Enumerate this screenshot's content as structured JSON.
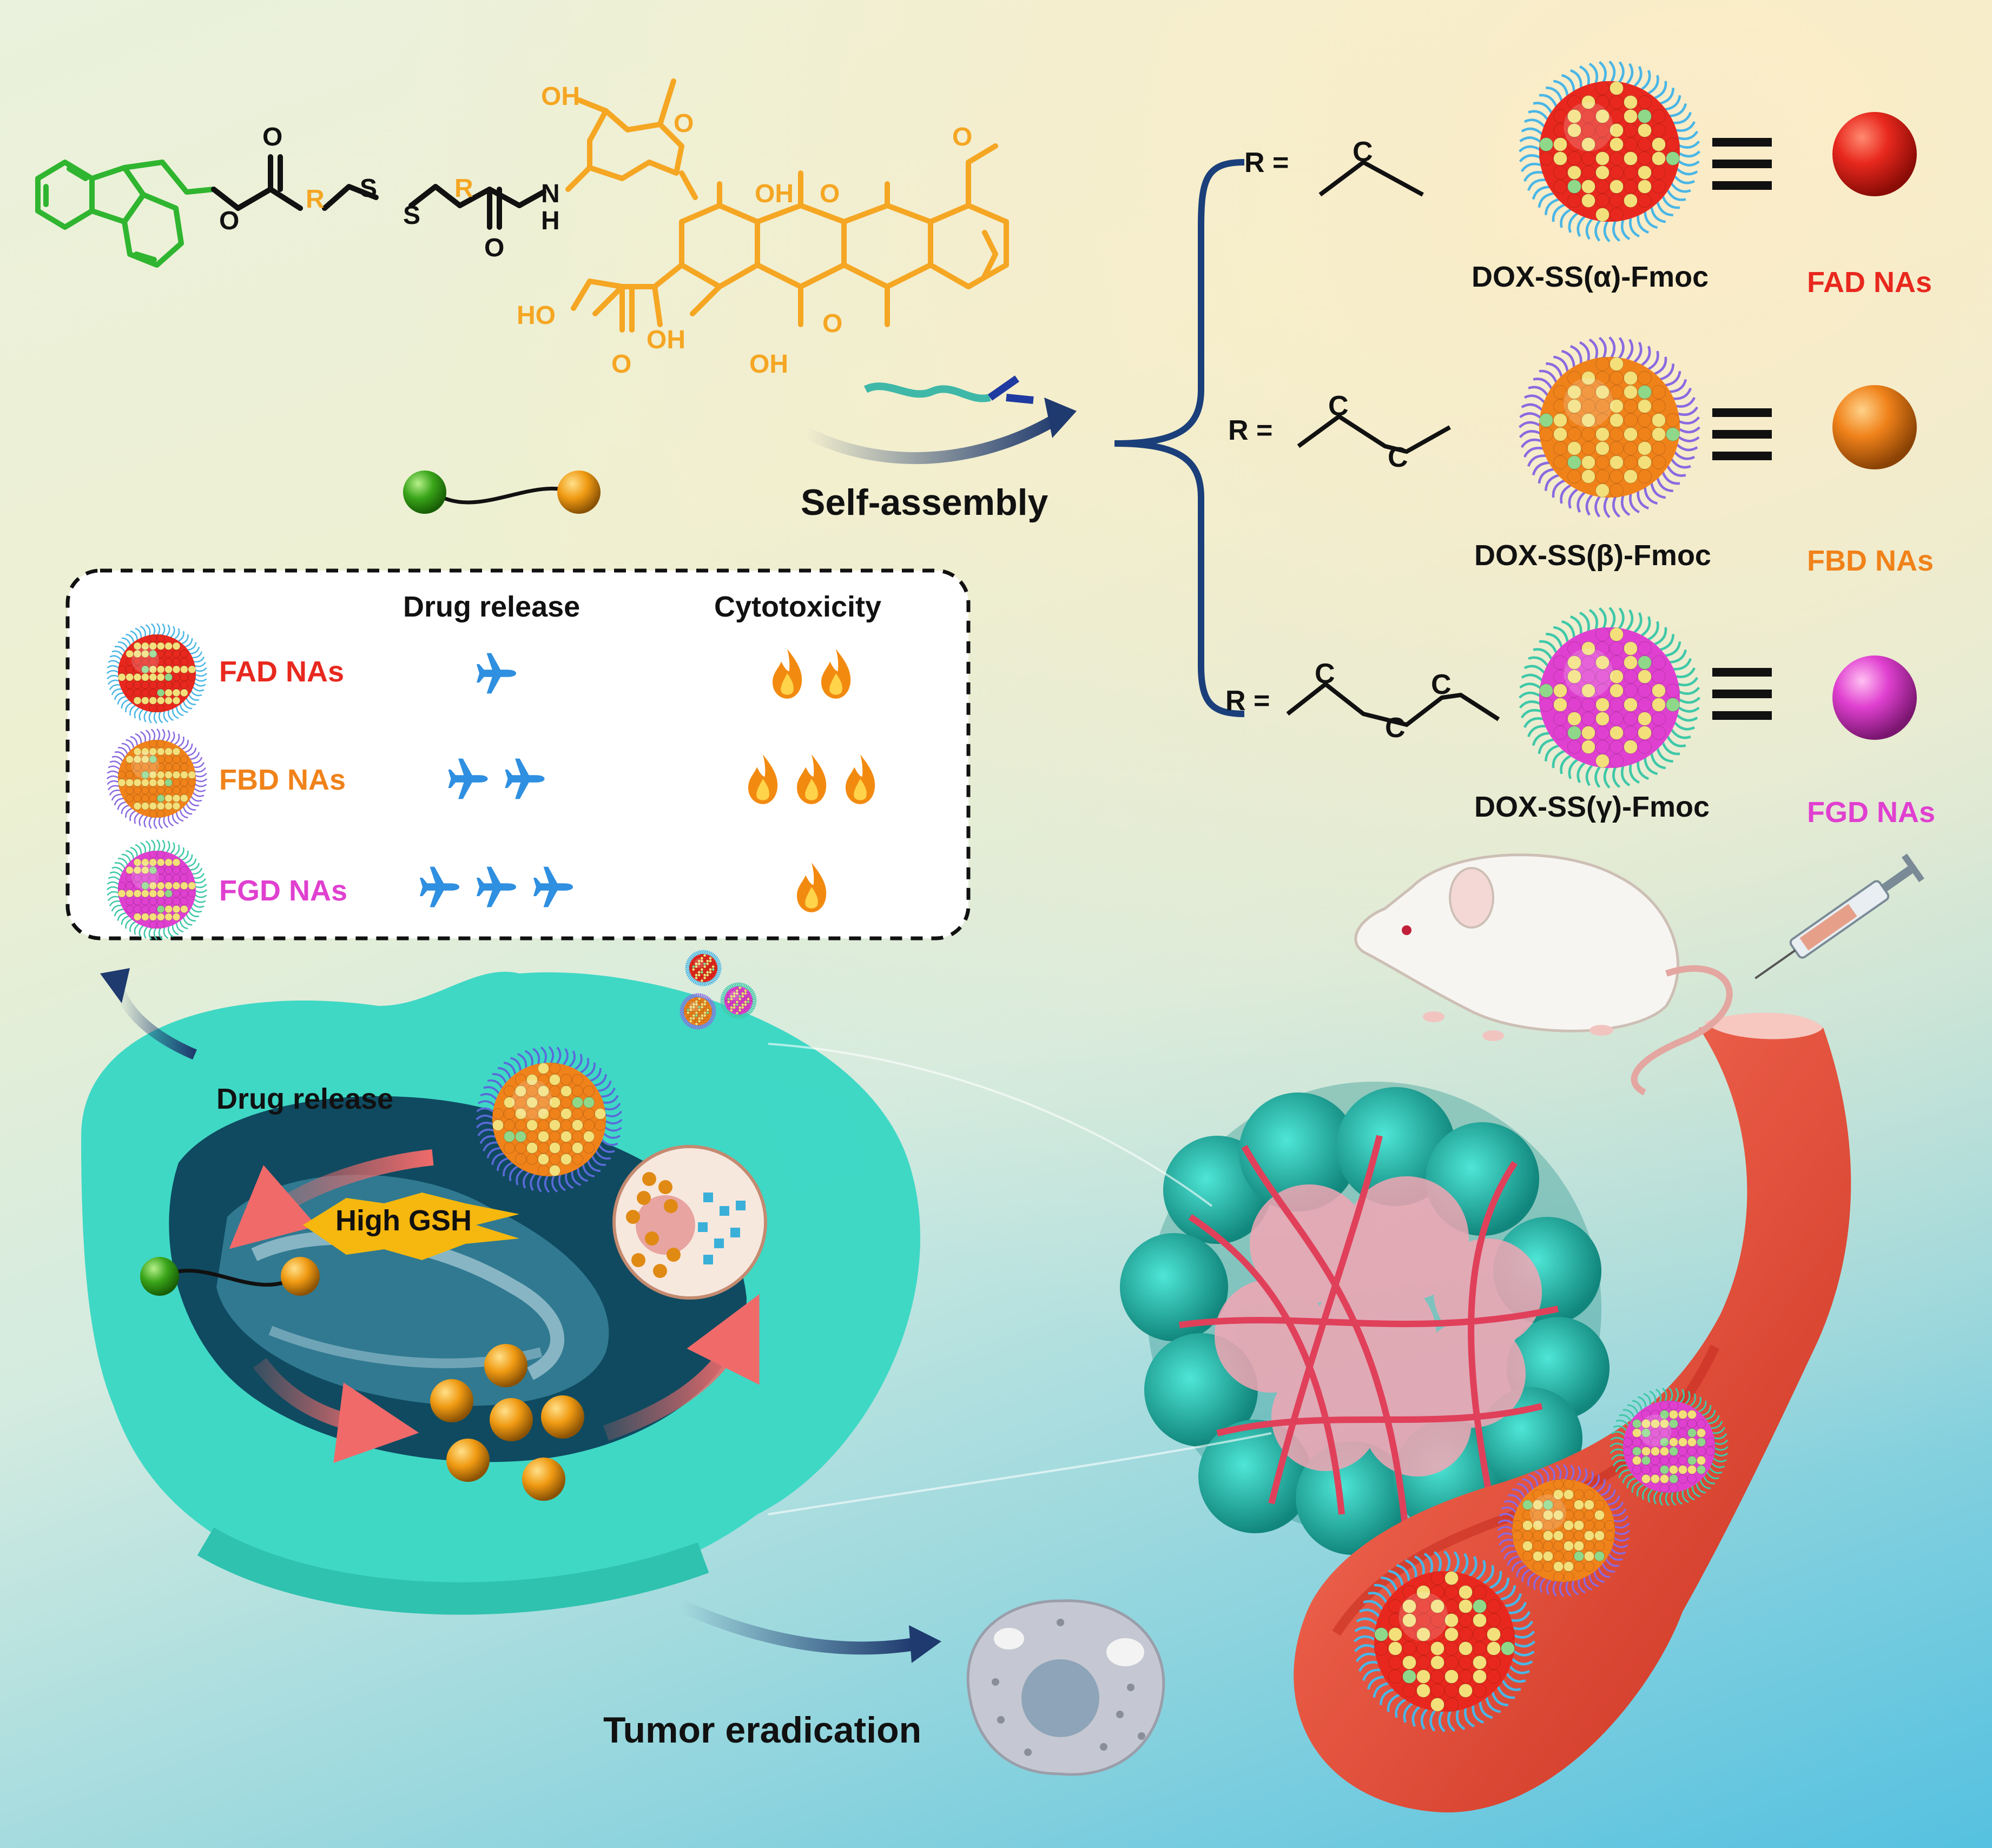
{
  "colors": {
    "fad": "#e8281e",
    "fbd": "#f0821a",
    "fgd": "#e040d0",
    "doxOrange": "#f5a623",
    "fmocGreen": "#2fb52f",
    "linker": "#111111",
    "bracket": "#1a3f7a",
    "cellTeal": "#3fd8c5"
  },
  "molecule": {
    "atoms_fmoc": [
      "O"
    ],
    "atoms_linker": [
      "O",
      "S",
      "S",
      "O",
      "N",
      "H"
    ],
    "atoms_r": [
      "R",
      "R"
    ],
    "atoms_dox": [
      "OH",
      "O",
      "OH",
      "O",
      "O",
      "HO",
      "O",
      "OH",
      "O",
      "OH"
    ]
  },
  "assembly": {
    "label": "Self-assembly"
  },
  "variants": [
    {
      "r_prefix": "R =",
      "r_atoms": [
        "C"
      ],
      "product": "DOX-SS(α)-Fmoc",
      "np": "FAD NAs",
      "color": "#e8281e"
    },
    {
      "r_prefix": "R =",
      "r_atoms": [
        "C",
        "C"
      ],
      "product": "DOX-SS(β)-Fmoc",
      "np": "FBD NAs",
      "color": "#f0821a"
    },
    {
      "r_prefix": "R =",
      "r_atoms": [
        "C",
        "C",
        "C"
      ],
      "product": "DOX-SS(γ)-Fmoc",
      "np": "FGD NAs",
      "color": "#e040d0"
    }
  ],
  "legend": {
    "col_release": "Drug release",
    "col_tox": "Cytotoxicity",
    "rows": [
      {
        "name": "FAD NAs",
        "release": 1,
        "tox": 2,
        "color": "#e8281e"
      },
      {
        "name": "FBD NAs",
        "release": 2,
        "tox": 3,
        "color": "#f0821a"
      },
      {
        "name": "FGD NAs",
        "release": 3,
        "tox": 1,
        "color": "#e040d0"
      }
    ]
  },
  "cell": {
    "drug_release": "Drug release",
    "gsh": "High GSH"
  },
  "outcome": {
    "label": "Tumor eradication"
  },
  "icons": [
    "airplane-icon",
    "flame-icon",
    "mouse-icon",
    "syringe-icon",
    "blood-vessel-icon",
    "tumor-icon",
    "dying-cell-icon",
    "nanoparticle-icon"
  ]
}
